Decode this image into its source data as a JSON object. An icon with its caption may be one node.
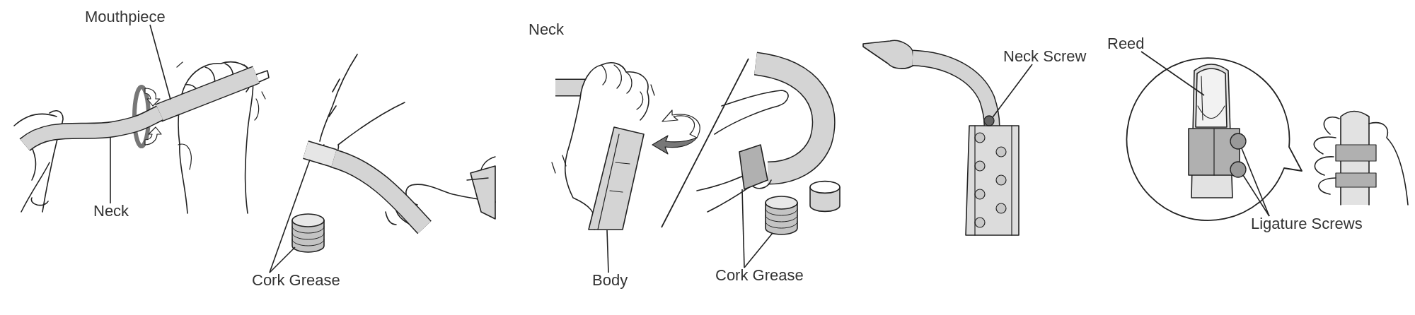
{
  "diagram": {
    "nodes": [
      {
        "text": [
          "Mouthpiece"
        ]
      },
      {
        "text": [],
        "shape": "picture"
      },
      {
        "text": [
          "Neck"
        ]
      },
      {
        "text": [],
        "shape": "picture"
      },
      {
        "text": [
          "Cork Grease"
        ]
      },
      {
        "text": [],
        "shape": "picture"
      },
      {
        "text": [],
        "shape": "picture"
      },
      {
        "text": [
          "Body"
        ]
      },
      {
        "text": [],
        "shape": "picture"
      },
      {
        "text": [
          "Cork Grease"
        ]
      },
      {
        "text": [],
        "shape": "picture"
      },
      {
        "text": [],
        "shape": "picture"
      },
      {
        "text": [
          "Neck Screw"
        ]
      },
      {
        "text": [],
        "shape": "circle"
      },
      {
        "text": [
          "Reed"
        ]
      },
      {
        "text": [],
        "shape": "picture"
      },
      {
        "text": [
          "Ligature Screws"
        ]
      },
      {
        "text": [],
        "shape": "circle"
      },
      {
        "text": [],
        "shape": "circle"
      }
    ],
    "edges": [
      {
        "from": 0,
        "to": 1,
        "arrow": "none"
      },
      {
        "from": 2,
        "to": 3,
        "arrow": "none"
      },
      {
        "from": 4,
        "to": 5,
        "arrow": "none"
      },
      {
        "from": 4,
        "to": 6,
        "arrow": "none"
      },
      {
        "from": 7,
        "to": 8,
        "arrow": "none"
      },
      {
        "from": 9,
        "to": 10,
        "arrow": "none"
      },
      {
        "from": 9,
        "to": 11,
        "arrow": "none"
      },
      {
        "from": 12,
        "to": 13,
        "arrow": "none"
      },
      {
        "from": 14,
        "to": 15,
        "arrow": "none"
      },
      {
        "from": 16,
        "to": 17,
        "arrow": "none"
      },
      {
        "from": 16,
        "to": 18,
        "arrow": "none"
      }
    ],
    "labels": [
      "Neck"
    ]
  }
}
